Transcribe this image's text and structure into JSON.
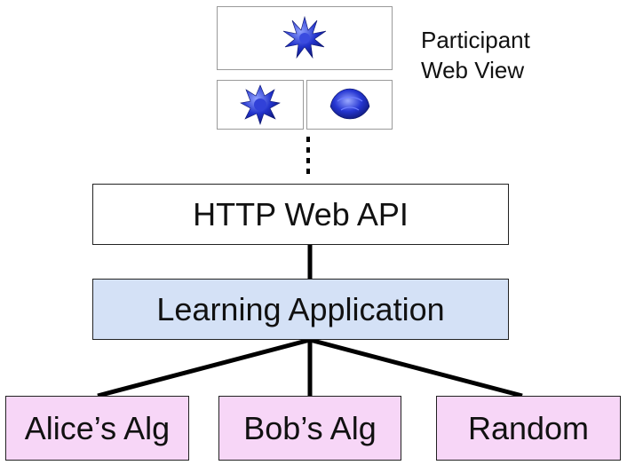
{
  "participant_view": {
    "label_line1": "Participant",
    "label_line2": "Web View",
    "icons": [
      "spiky-star-icon",
      "spiky-star-icon",
      "shell-shape-icon"
    ]
  },
  "api": {
    "label": "HTTP Web API"
  },
  "learning": {
    "label": "Learning Application"
  },
  "algorithms": [
    {
      "label": "Alice’s Alg"
    },
    {
      "label": "Bob’s Alg"
    },
    {
      "label": "Random"
    }
  ],
  "colors": {
    "learning_fill": "#d4e1f6",
    "algorithm_fill": "#f7d6f7",
    "icon_blue": "#1f2fd0",
    "connector": "#000000"
  }
}
